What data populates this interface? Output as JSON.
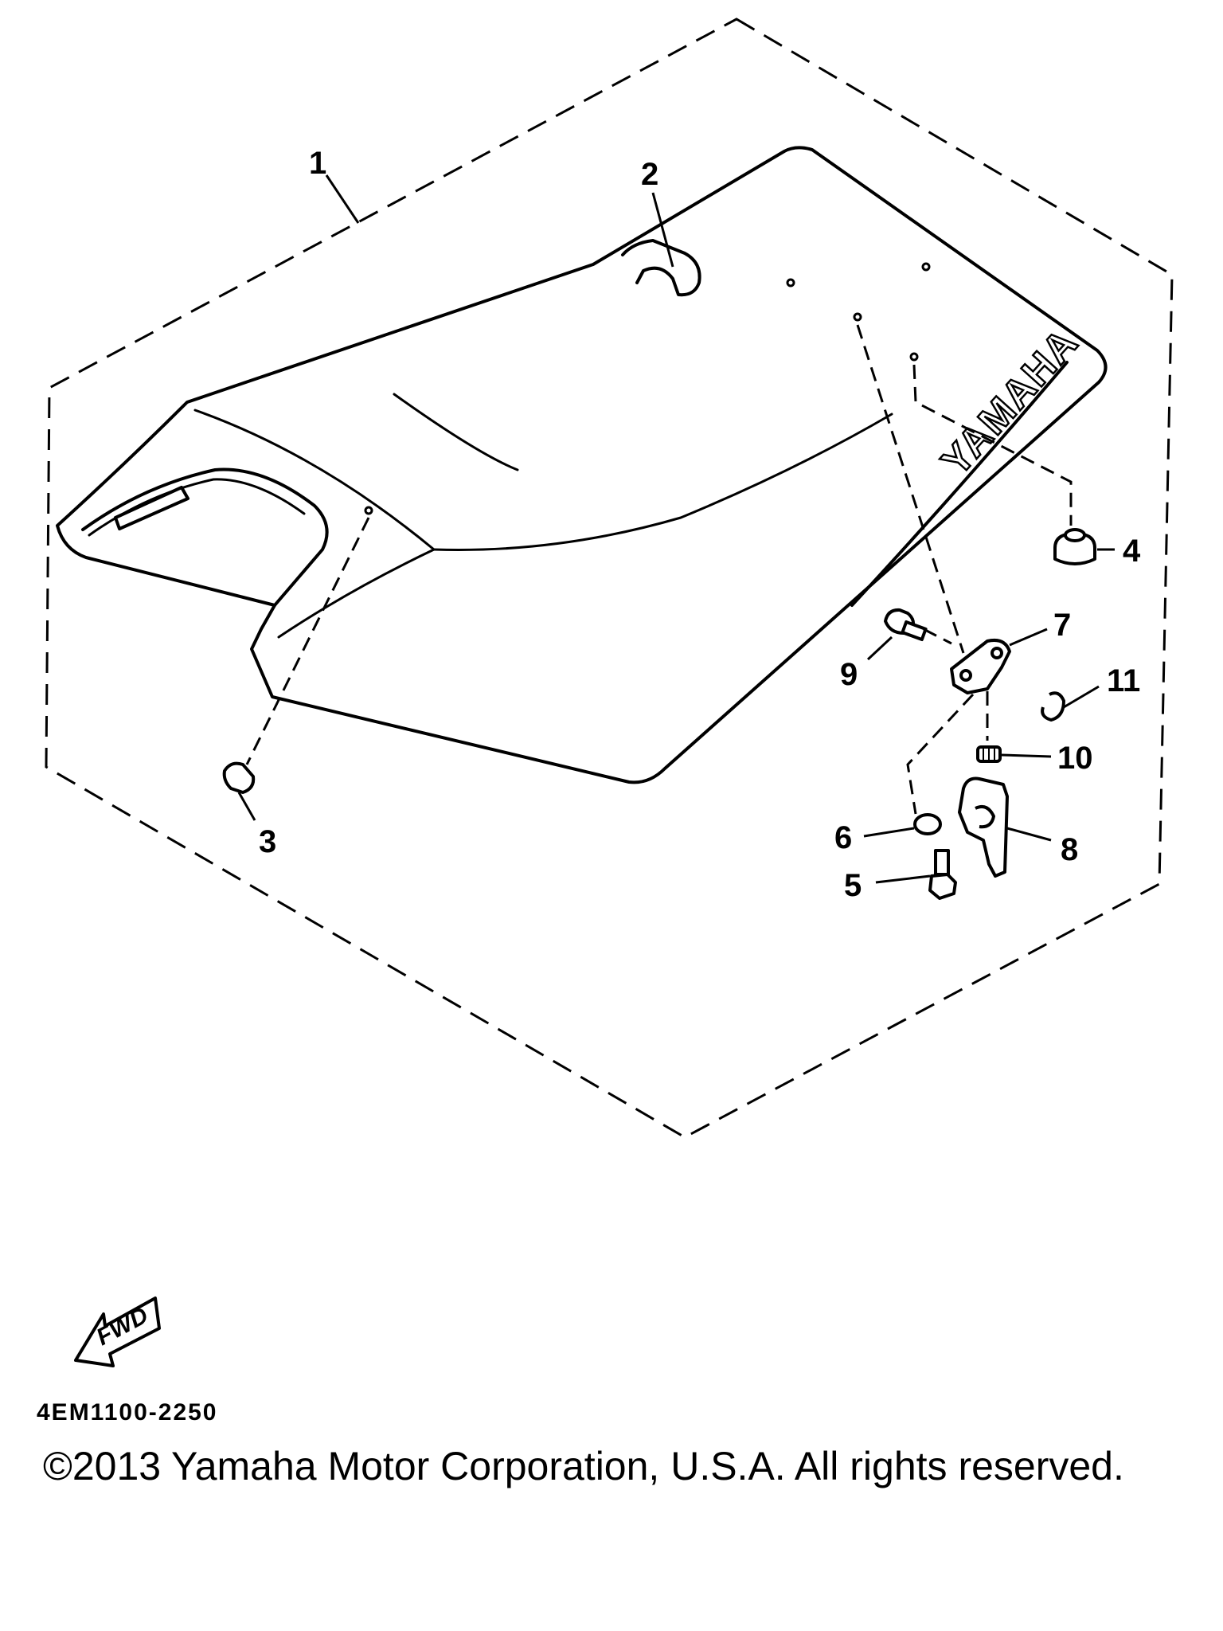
{
  "diagram": {
    "callouts": [
      "1",
      "2",
      "3",
      "4",
      "5",
      "6",
      "7",
      "8",
      "9",
      "10",
      "11"
    ],
    "seat_logo": "YAMAHA",
    "fwd_label": "FWD",
    "diagram_code": "4EM1100-2250"
  },
  "footer": {
    "copyright": "©2013 Yamaha Motor Corporation, U.S.A. All rights reserved."
  }
}
